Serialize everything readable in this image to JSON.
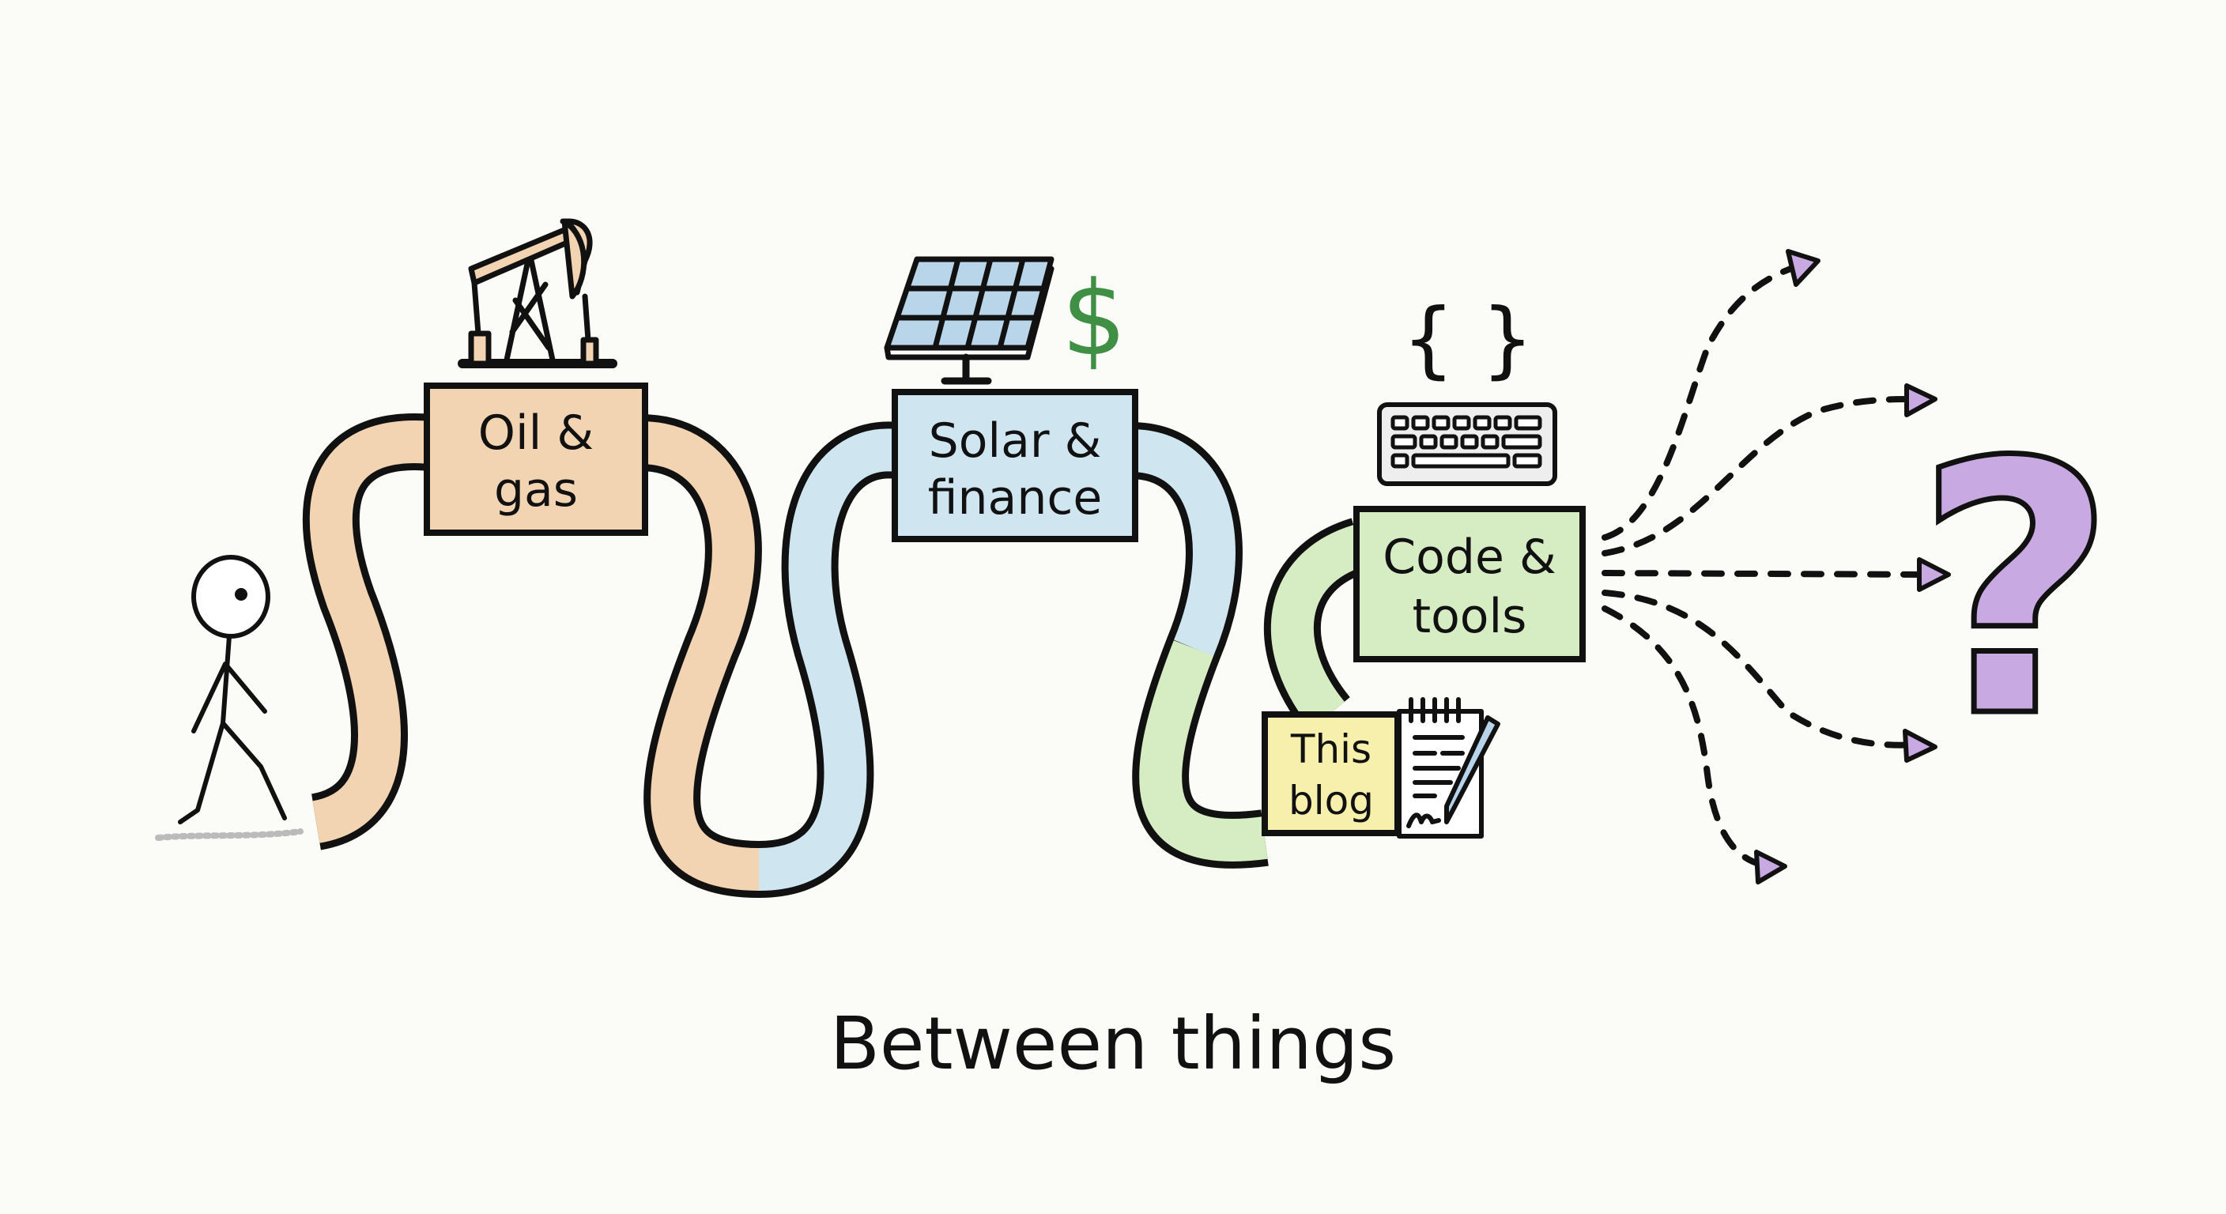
{
  "title": "Between things",
  "stages": [
    {
      "id": "oil",
      "line1": "Oil &",
      "line2": "gas",
      "icon": "oil-pump-icon",
      "color": "#f2d3b2"
    },
    {
      "id": "solar",
      "line1": "Solar &",
      "line2": "finance",
      "icon": "solar-panel-icon",
      "color": "#cfe6f1"
    },
    {
      "id": "code",
      "line1": "Code &",
      "line2": "tools",
      "icon": "keyboard-icon",
      "color": "#d6ecc2"
    },
    {
      "id": "blog",
      "line1": "This",
      "line2": "blog",
      "icon": "notepad-icon",
      "color": "#f6f0ac"
    }
  ],
  "symbols": {
    "dollar": "$",
    "braces": "{ }",
    "question": "?"
  },
  "colors": {
    "question": "#c9a9e2",
    "dollar": "#3f8f45",
    "ink": "#111111",
    "background": "#fbfbf7"
  }
}
